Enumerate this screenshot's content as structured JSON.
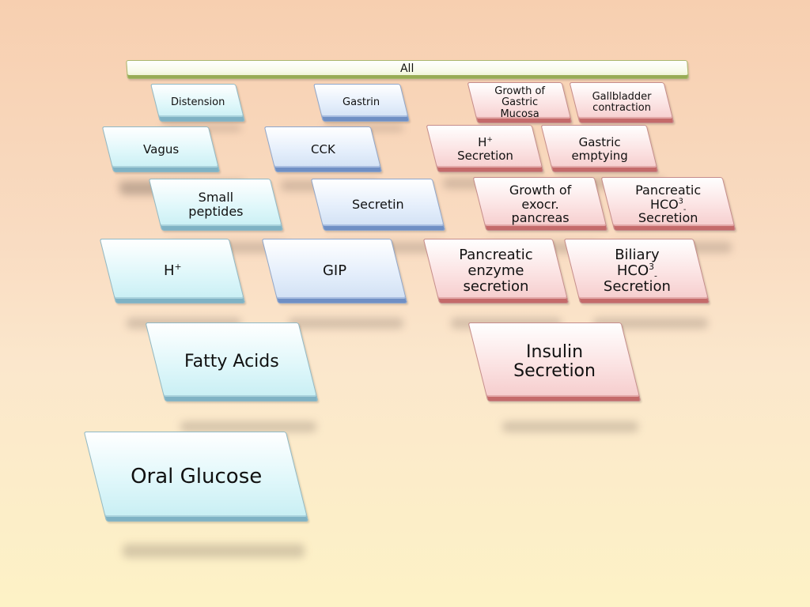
{
  "top_bar": {
    "label": "All"
  },
  "row1": {
    "distension": "Distension",
    "gastrin": "Gastrin",
    "growth_gastric_mucosa": "Growth of Gastric Mucosa",
    "gallbladder_contraction": "Gallbladder contraction"
  },
  "row2": {
    "vagus": "Vagus",
    "cck": "CCK",
    "h_secretion": {
      "base": "H",
      "sup": "+",
      "rest": "Secretion"
    },
    "gastric_emptying": "Gastric emptying"
  },
  "row3": {
    "small_peptides": "Small peptides",
    "secretin": "Secretin",
    "growth_exocr_pancreas": "Growth of exocr. pancreas",
    "pancreatic_hco3": {
      "line1": "Pancreatic",
      "base": "HCO",
      "sup": "3",
      "sub": "-",
      "line3": "Secretion"
    }
  },
  "row4": {
    "h_plus": {
      "base": "H",
      "sup": "+"
    },
    "gip": "GIP",
    "pancreatic_enzyme_secretion": "Pancreatic enzyme secretion",
    "biliary_hco3": {
      "line1": "Biliary",
      "base": "HCO",
      "sup": "3",
      "sub": "-",
      "line3": "Secretion"
    }
  },
  "row5": {
    "fatty_acids": "Fatty Acids",
    "insulin_secretion": "Insulin Secretion"
  },
  "row6": {
    "oral_glucose": "Oral Glucose"
  }
}
